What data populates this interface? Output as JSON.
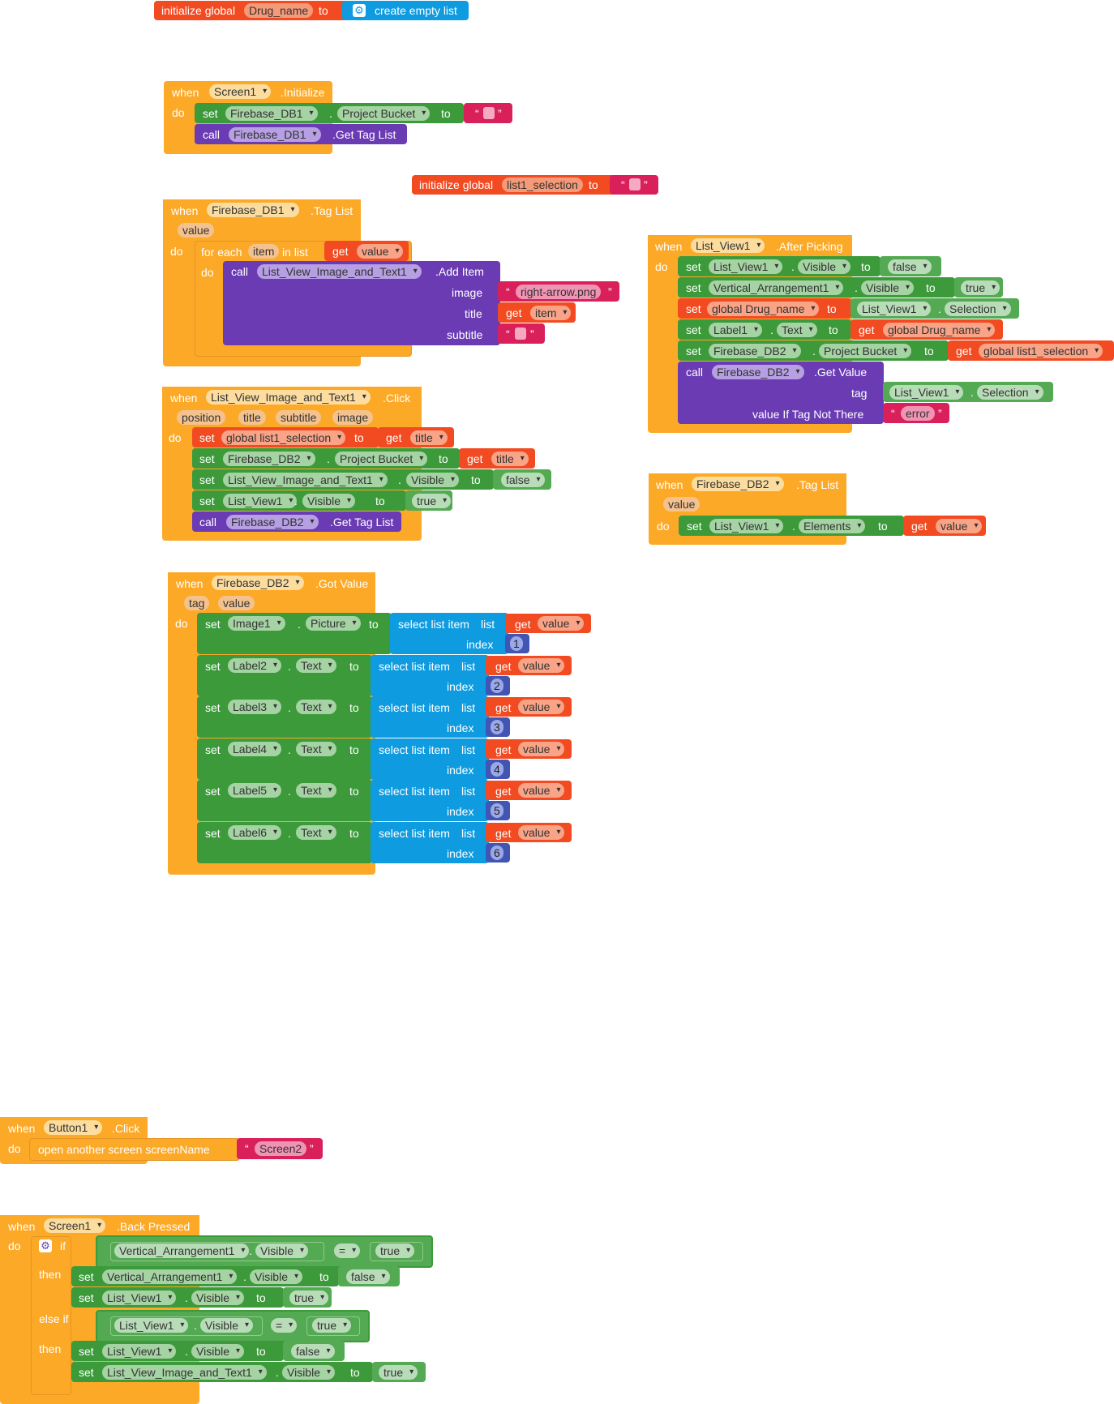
{
  "common": {
    "when": "when",
    "do": "do",
    "set": "set",
    "call": "call",
    "to": "to",
    "get": "get",
    "dot": ".",
    "quote_open": "“",
    "quote_close": "”",
    "initialize_global": "initialize global",
    "then": "then",
    "if": "if",
    "else_if": "else if",
    "for_each": "for each",
    "in_list": "in list",
    "select_list_item": "select list item",
    "list": "list",
    "index": "index"
  },
  "block_drug_init": {
    "var_name": "Drug_name",
    "value": "create empty list"
  },
  "block_screen_init": {
    "component": "Screen1",
    "event": ".Initialize",
    "set_component": "Firebase_DB1",
    "set_property": "Project Bucket",
    "call_component": "Firebase_DB1",
    "call_method": ".Get Tag List"
  },
  "block_list1_init": {
    "var_name": "list1_selection"
  },
  "block_db1_taglist": {
    "component": "Firebase_DB1",
    "event": ".Tag List",
    "param": "value",
    "loop_var": "item",
    "get_value": "value",
    "call_component": "List_View_Image_and_Text1",
    "call_method": ".Add Item",
    "image_label": "image",
    "image_value": "right-arrow.png",
    "title_label": "title",
    "title_value": "item",
    "subtitle_label": "subtitle"
  },
  "block_listview_click": {
    "component": "List_View_Image_and_Text1",
    "event": ".Click",
    "params": [
      "position",
      "title",
      "subtitle",
      "image"
    ],
    "set1_var": "global list1_selection",
    "set1_get": "title",
    "set2_component": "Firebase_DB2",
    "set2_property": "Project Bucket",
    "set2_get": "title",
    "set3_component": "List_View_Image_and_Text1",
    "set3_property": "Visible",
    "set3_value": "false",
    "set4_component": "List_View1",
    "set4_property": "Visible",
    "set4_value": "true",
    "call_component": "Firebase_DB2",
    "call_method": ".Get Tag List"
  },
  "block_gotvalue": {
    "component": "Firebase_DB2",
    "event": ".Got Value",
    "params": [
      "tag",
      "value"
    ],
    "rows": [
      {
        "component": "Image1",
        "property": "Picture",
        "get": "value",
        "index": "1"
      },
      {
        "component": "Label2",
        "property": "Text",
        "get": "value",
        "index": "2"
      },
      {
        "component": "Label3",
        "property": "Text",
        "get": "value",
        "index": "3"
      },
      {
        "component": "Label4",
        "property": "Text",
        "get": "value",
        "index": "4"
      },
      {
        "component": "Label5",
        "property": "Text",
        "get": "value",
        "index": "5"
      },
      {
        "component": "Label6",
        "property": "Text",
        "get": "value",
        "index": "6"
      }
    ]
  },
  "block_afterpicking": {
    "component": "List_View1",
    "event": ".After Picking",
    "r1_component": "List_View1",
    "r1_property": "Visible",
    "r1_value": "false",
    "r2_component": "Vertical_Arrangement1",
    "r2_property": "Visible",
    "r2_value": "true",
    "r3_var": "global Drug_name",
    "r3_component": "List_View1",
    "r3_property": "Selection",
    "r4_component": "Label1",
    "r4_property": "Text",
    "r4_get": "global Drug_name",
    "r5_component": "Firebase_DB2",
    "r5_property": "Project Bucket",
    "r5_get": "global list1_selection",
    "call_component": "Firebase_DB2",
    "call_method": ".Get Value",
    "tag_label": "tag",
    "tag_component": "List_View1",
    "tag_property": "Selection",
    "notthere_label": "value If Tag Not There",
    "notthere_value": "error"
  },
  "block_db2_taglist": {
    "component": "Firebase_DB2",
    "event": ".Tag List",
    "param": "value",
    "set_component": "List_View1",
    "set_property": "Elements",
    "get": "value"
  },
  "block_button_click": {
    "component": "Button1",
    "event": ".Click",
    "action": "open another screen  screenName",
    "value": "Screen2"
  },
  "block_backpressed": {
    "component": "Screen1",
    "event": ".Back Pressed",
    "if_component": "Vertical_Arrangement1",
    "if_property": "Visible",
    "op": "=",
    "if_value": "true",
    "t1_component": "Vertical_Arrangement1",
    "t1_property": "Visible",
    "t1_value": "false",
    "t2_component": "List_View1",
    "t2_property": "Visible",
    "t2_value": "true",
    "elif_component": "List_View1",
    "elif_property": "Visible",
    "elif_value": "true",
    "t3_component": "List_View1",
    "t3_property": "Visible",
    "t3_value": "false",
    "t4_component": "List_View_Image_and_Text1",
    "t4_property": "Visible",
    "t4_value": "true"
  }
}
